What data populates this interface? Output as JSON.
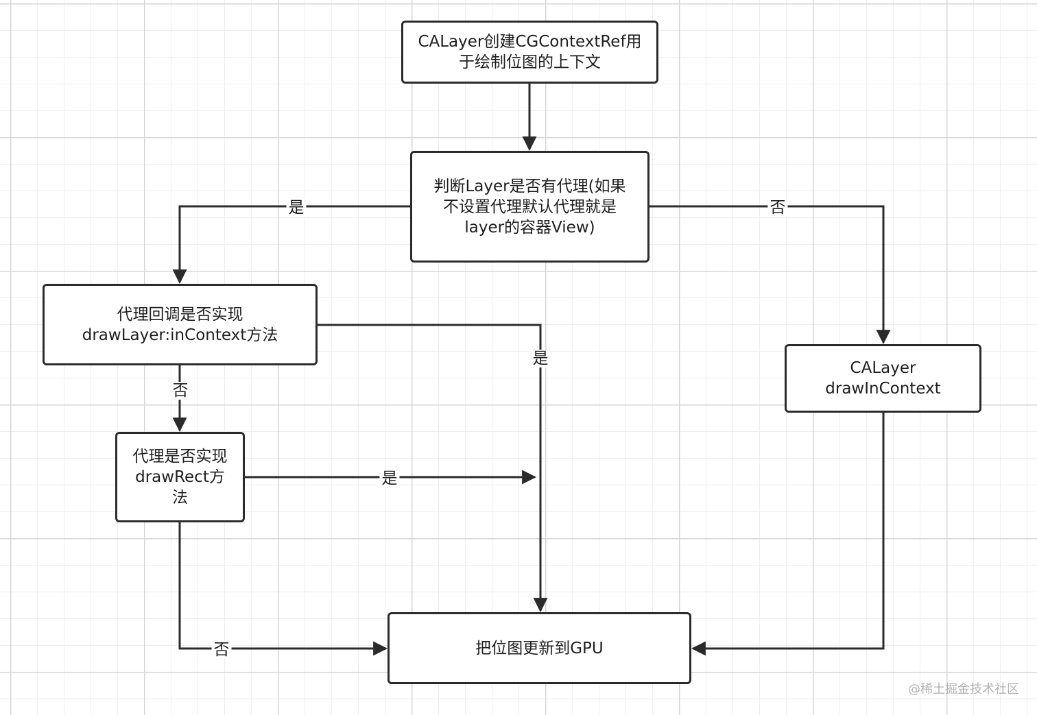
{
  "nodes": {
    "create_context": "CALayer创建CGContextRef用\n于绘制位图的上下文",
    "check_delegate": "判断Layer是否有代理(如果\n不设置代理默认代理就是\nlayer的容器View)",
    "delegate_draw_layer": "代理回调是否实现\ndrawLayer:inContext方法",
    "delegate_draw_rect": "代理是否实现\ndrawRect方\n法",
    "calayer_draw": "CALayer\ndrawInContext",
    "update_gpu": "把位图更新到GPU"
  },
  "edges": {
    "check_to_delegate_yes": "是",
    "check_to_calayer_no": "否",
    "drawlayer_to_gpu_yes": "是",
    "drawlayer_to_drawrect_no": "否",
    "drawrect_to_gpu_yes": "是",
    "drawrect_to_gpu_no": "否"
  },
  "watermark": "@稀土掘金技术社区",
  "colors": {
    "stroke": "#2b2b2b",
    "background": "#ffffff"
  }
}
